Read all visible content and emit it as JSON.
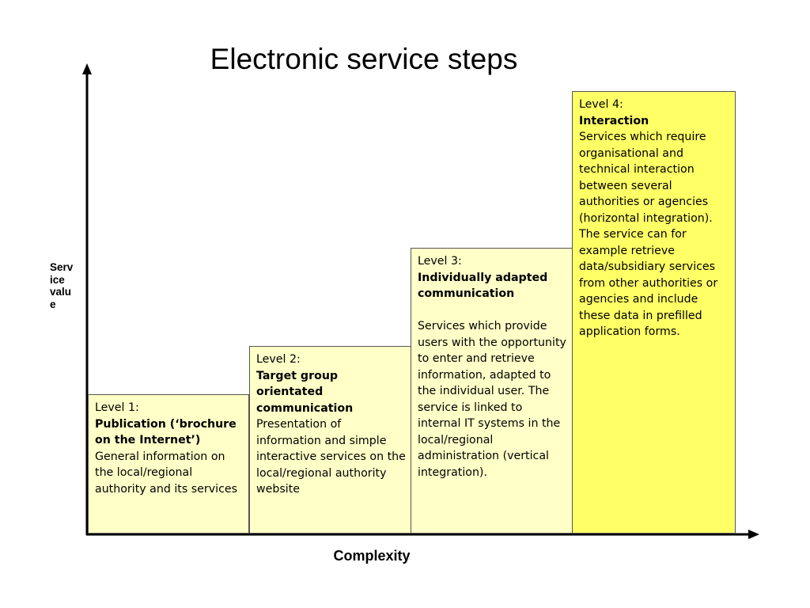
{
  "title": "Electronic service steps",
  "y_axis_label": "Service value",
  "x_axis_label": "Complexity",
  "levels": [
    {
      "level": "Level 1:",
      "name": "Publication (‘brochure on the Internet’)",
      "description": "General information on the local/regional authority and its services"
    },
    {
      "level": "Level 2:",
      "name": "Target group orientated communication",
      "description": "Presentation of information and simple interactive services on the local/regional authority website"
    },
    {
      "level": "Level 3:",
      "name": "Individually adapted communication",
      "description": "Services which provide users with the opportunity to enter and retrieve information, adapted to the individual user. The service is linked to internal IT systems in the local/regional administration (vertical integration)."
    },
    {
      "level": "Level 4:",
      "name": "Interaction",
      "description": "Services which require organisational and technical interaction between several authorities or agencies (horizontal integration).",
      "description_2": "The service can for example retrieve data/subsidiary services from other authorities or agencies and include these data in prefilled application forms."
    }
  ],
  "colors": {
    "box_fill": "#ffffc8",
    "box_fill_highlight": "#ffff66",
    "box_border": "#555555",
    "axis": "#000000"
  }
}
